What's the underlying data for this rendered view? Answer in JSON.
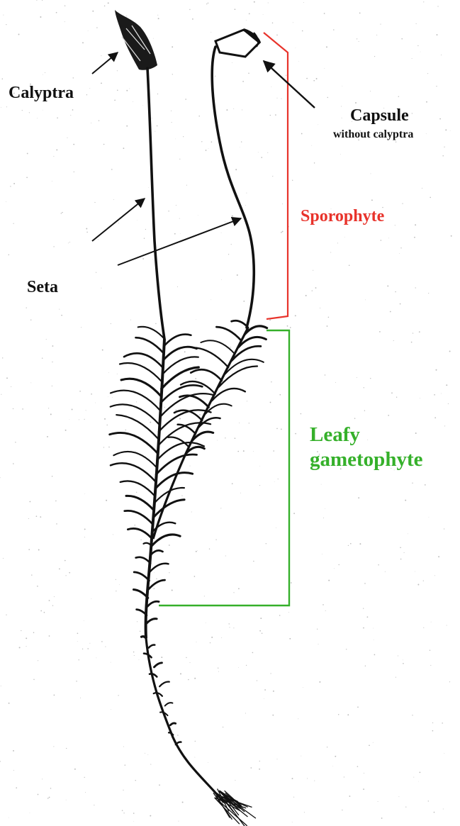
{
  "labels": {
    "calyptra": "Calyptra",
    "capsule": "Capsule",
    "capsule_note": "without calyptra",
    "seta": "Seta",
    "sporophyte": "Sporophyte",
    "leafy_line1": "Leafy",
    "leafy_line2": "gametophyte"
  },
  "colors": {
    "ink": "#111111",
    "sporophyte": "#e8332b",
    "gametophyte": "#35b02a",
    "background": "#ffffff"
  }
}
